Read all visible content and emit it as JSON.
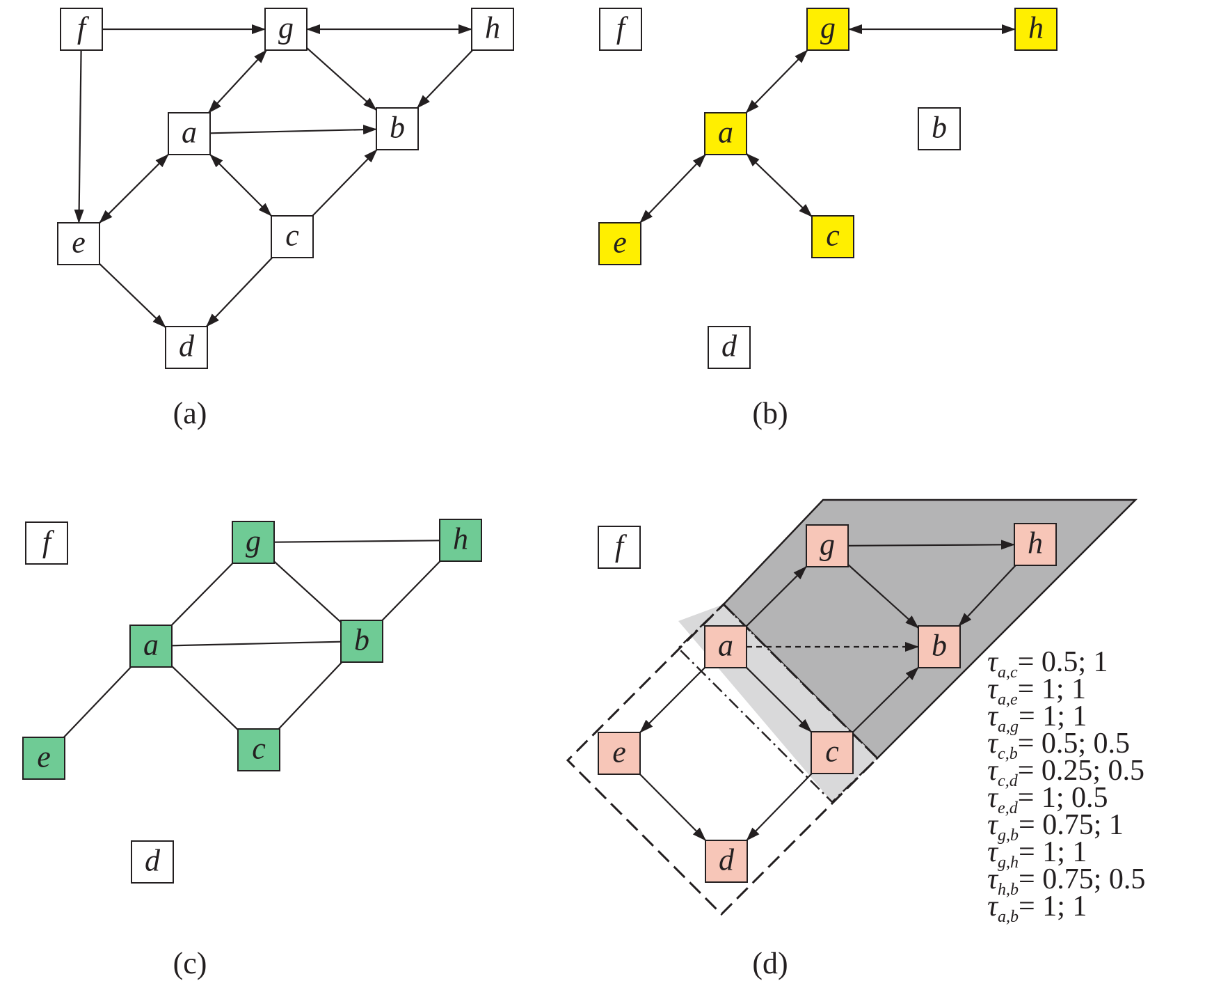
{
  "colors": {
    "stroke": "#231f20",
    "white_node": "#ffffff",
    "yellow_node": "#ffef00",
    "green_node": "#6fcb95",
    "pink_node": "#f7c6b8",
    "region_dark": "#b4b4b5",
    "region_light": "#d9d9da"
  },
  "panels": [
    {
      "id": "a",
      "caption": "(a)",
      "node_style": "white",
      "nodes": [
        {
          "id": "f",
          "label": "f"
        },
        {
          "id": "g",
          "label": "g"
        },
        {
          "id": "h",
          "label": "h"
        },
        {
          "id": "a",
          "label": "a"
        },
        {
          "id": "b",
          "label": "b"
        },
        {
          "id": "e",
          "label": "e"
        },
        {
          "id": "c",
          "label": "c"
        },
        {
          "id": "d",
          "label": "d"
        }
      ],
      "edges": [
        {
          "from": "f",
          "to": "g",
          "type": "directed"
        },
        {
          "from": "g",
          "to": "h",
          "type": "bidirectional"
        },
        {
          "from": "f",
          "to": "e",
          "type": "directed"
        },
        {
          "from": "a",
          "to": "g",
          "type": "bidirectional"
        },
        {
          "from": "g",
          "to": "b",
          "type": "directed"
        },
        {
          "from": "h",
          "to": "b",
          "type": "directed"
        },
        {
          "from": "a",
          "to": "b",
          "type": "directed"
        },
        {
          "from": "a",
          "to": "e",
          "type": "bidirectional"
        },
        {
          "from": "a",
          "to": "c",
          "type": "bidirectional"
        },
        {
          "from": "c",
          "to": "b",
          "type": "directed"
        },
        {
          "from": "e",
          "to": "d",
          "type": "directed"
        },
        {
          "from": "c",
          "to": "d",
          "type": "directed"
        }
      ]
    },
    {
      "id": "b",
      "caption": "(b)",
      "nodes": [
        {
          "id": "f",
          "label": "f",
          "style": "white"
        },
        {
          "id": "g",
          "label": "g",
          "style": "yellow"
        },
        {
          "id": "h",
          "label": "h",
          "style": "yellow"
        },
        {
          "id": "a",
          "label": "a",
          "style": "yellow"
        },
        {
          "id": "b",
          "label": "b",
          "style": "white"
        },
        {
          "id": "e",
          "label": "e",
          "style": "yellow"
        },
        {
          "id": "c",
          "label": "c",
          "style": "yellow"
        },
        {
          "id": "d",
          "label": "d",
          "style": "white"
        }
      ],
      "edges": [
        {
          "from": "g",
          "to": "h",
          "type": "bidirectional"
        },
        {
          "from": "a",
          "to": "g",
          "type": "bidirectional"
        },
        {
          "from": "a",
          "to": "e",
          "type": "bidirectional"
        },
        {
          "from": "a",
          "to": "c",
          "type": "bidirectional"
        }
      ]
    },
    {
      "id": "c",
      "caption": "(c)",
      "nodes": [
        {
          "id": "f",
          "label": "f",
          "style": "white"
        },
        {
          "id": "g",
          "label": "g",
          "style": "green"
        },
        {
          "id": "h",
          "label": "h",
          "style": "green"
        },
        {
          "id": "a",
          "label": "a",
          "style": "green"
        },
        {
          "id": "b",
          "label": "b",
          "style": "green"
        },
        {
          "id": "e",
          "label": "e",
          "style": "green"
        },
        {
          "id": "c",
          "label": "c",
          "style": "green"
        },
        {
          "id": "d",
          "label": "d",
          "style": "white"
        }
      ],
      "edges": [
        {
          "from": "g",
          "to": "h",
          "type": "undirected"
        },
        {
          "from": "a",
          "to": "g",
          "type": "undirected"
        },
        {
          "from": "g",
          "to": "b",
          "type": "undirected"
        },
        {
          "from": "h",
          "to": "b",
          "type": "undirected"
        },
        {
          "from": "a",
          "to": "b",
          "type": "undirected"
        },
        {
          "from": "a",
          "to": "e",
          "type": "undirected"
        },
        {
          "from": "a",
          "to": "c",
          "type": "undirected"
        },
        {
          "from": "c",
          "to": "b",
          "type": "undirected"
        }
      ]
    },
    {
      "id": "d",
      "caption": "(d)",
      "nodes": [
        {
          "id": "f",
          "label": "f",
          "style": "white"
        },
        {
          "id": "g",
          "label": "g",
          "style": "pink"
        },
        {
          "id": "h",
          "label": "h",
          "style": "pink"
        },
        {
          "id": "a",
          "label": "a",
          "style": "pink"
        },
        {
          "id": "b",
          "label": "b",
          "style": "pink"
        },
        {
          "id": "e",
          "label": "e",
          "style": "pink"
        },
        {
          "id": "c",
          "label": "c",
          "style": "pink"
        },
        {
          "id": "d",
          "label": "d",
          "style": "pink"
        }
      ],
      "edges": [
        {
          "from": "g",
          "to": "h",
          "type": "directed"
        },
        {
          "from": "a",
          "to": "g",
          "type": "directed"
        },
        {
          "from": "g",
          "to": "b",
          "type": "directed"
        },
        {
          "from": "h",
          "to": "b",
          "type": "directed"
        },
        {
          "from": "a",
          "to": "b",
          "type": "dashed-directed"
        },
        {
          "from": "a",
          "to": "e",
          "type": "directed"
        },
        {
          "from": "a",
          "to": "c",
          "type": "directed"
        },
        {
          "from": "c",
          "to": "b",
          "type": "directed"
        },
        {
          "from": "e",
          "to": "d",
          "type": "directed"
        },
        {
          "from": "c",
          "to": "d",
          "type": "directed"
        }
      ],
      "tau_values": [
        {
          "symbol": "τ",
          "sub": "a,c",
          "value": "= 0.5; 1"
        },
        {
          "symbol": "τ",
          "sub": "a,e",
          "value": "= 1; 1"
        },
        {
          "symbol": "τ",
          "sub": "a,g",
          "value": "= 1; 1"
        },
        {
          "symbol": "τ",
          "sub": "c,b",
          "value": "= 0.5; 0.5"
        },
        {
          "symbol": "τ",
          "sub": "c,d",
          "value": "= 0.25; 0.5"
        },
        {
          "symbol": "τ",
          "sub": "e,d",
          "value": "= 1; 0.5"
        },
        {
          "symbol": "τ",
          "sub": "g,b",
          "value": "= 0.75; 1"
        },
        {
          "symbol": "τ",
          "sub": "g,h",
          "value": "= 1; 1"
        },
        {
          "symbol": "τ",
          "sub": "h,b",
          "value": "= 0.75; 0.5"
        },
        {
          "symbol": "τ",
          "sub": "a,b",
          "value": "= 1; 1"
        }
      ]
    }
  ]
}
